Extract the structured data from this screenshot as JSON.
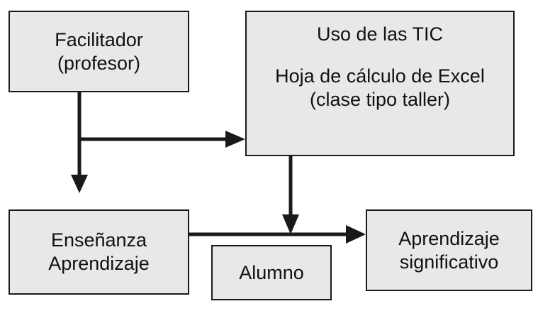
{
  "diagram": {
    "facilitador": {
      "line1": "Facilitador",
      "line2": "(profesor)"
    },
    "uso_tic": {
      "title": "Uso de las TIC",
      "line1": "Hoja de cálculo de Excel",
      "line2": "(clase tipo taller)"
    },
    "ensenanza": {
      "line1": "Enseñanza",
      "line2": "Aprendizaje"
    },
    "alumno": {
      "label": "Alumno"
    },
    "aprendizaje": {
      "line1": "Aprendizaje",
      "line2": "significativo"
    },
    "colors": {
      "box_fill": "#e8e8e8",
      "line": "#1a1a1a",
      "text": "#111111"
    }
  }
}
